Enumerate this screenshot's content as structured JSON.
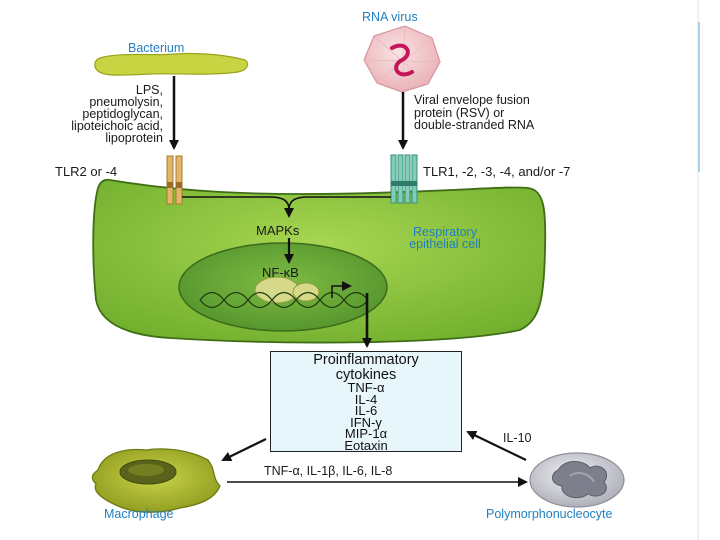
{
  "sources": {
    "bacterium": "Bacterium",
    "rna_virus": "RNA virus"
  },
  "ligands": {
    "bacterial": [
      "LPS,",
      "pneumolysin,",
      "peptidoglycan,",
      "lipoteichoic acid,",
      "lipoprotein"
    ],
    "viral": [
      "Viral envelope fusion",
      "protein (RSV) or",
      "double-stranded RNA"
    ]
  },
  "receptors": {
    "left": "TLR2 or -4",
    "right": "TLR1, -2, -3, -4, and/or -7"
  },
  "cell": {
    "mapks": "MAPKs",
    "label_line1": "Respiratory",
    "label_line2": "epithelial cell",
    "nfkb": "NF-κB"
  },
  "cytokines": {
    "title_line1": "Proinflammatory",
    "title_line2": "cytokines",
    "items": [
      "TNF-α",
      "IL-4",
      "IL-6",
      "IFN-γ",
      "MIP-1α",
      "Eotaxin"
    ]
  },
  "bottom": {
    "il10": "IL-10",
    "effectors": "TNF-α, IL-1β, IL-6, IL-8",
    "macrophage": "Macrophage",
    "pmn": "Polymorphonucleocyte"
  },
  "colors": {
    "cell_fill": "#8cc83c",
    "nucleus_fill": "#6aa838",
    "tlr_left": "#e3b56b",
    "tlr_right": "#7ecfb8",
    "label_blue": "#1f7fc0",
    "cytokine_box": "#e7f6fa",
    "virus": "#f0c4c8"
  }
}
